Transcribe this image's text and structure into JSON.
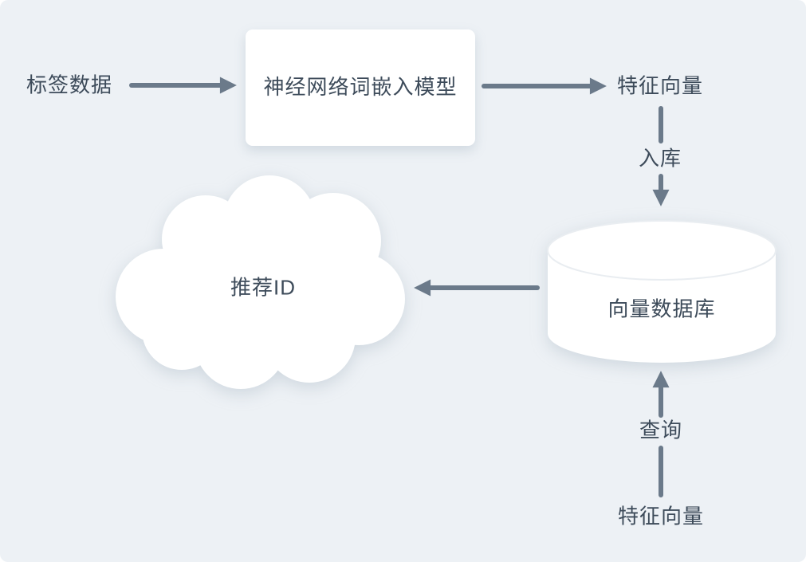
{
  "diagram": {
    "type": "flowchart",
    "colors": {
      "background": "#edf1f5",
      "arrow": "#6b7a8a",
      "text": "#3d4b5a",
      "shape_fill": "#ffffff"
    },
    "nodes": {
      "label_data": {
        "label": "标签数据",
        "shape": "text"
      },
      "embedding_model": {
        "label": "神经网络词嵌入模型",
        "shape": "rectangle"
      },
      "feature_vector_top": {
        "label": "特征向量",
        "shape": "text"
      },
      "vector_database": {
        "label": "向量数据库",
        "shape": "cylinder"
      },
      "recommend_id": {
        "label": "推荐ID",
        "shape": "cloud"
      },
      "feature_vector_bottom": {
        "label": "特征向量",
        "shape": "text"
      }
    },
    "edges": [
      {
        "from": "label_data",
        "to": "embedding_model",
        "label": ""
      },
      {
        "from": "embedding_model",
        "to": "feature_vector_top",
        "label": ""
      },
      {
        "from": "feature_vector_top",
        "to": "vector_database",
        "label": "入库"
      },
      {
        "from": "vector_database",
        "to": "recommend_id",
        "label": ""
      },
      {
        "from": "feature_vector_bottom",
        "to": "vector_database",
        "label": "查询"
      }
    ]
  }
}
